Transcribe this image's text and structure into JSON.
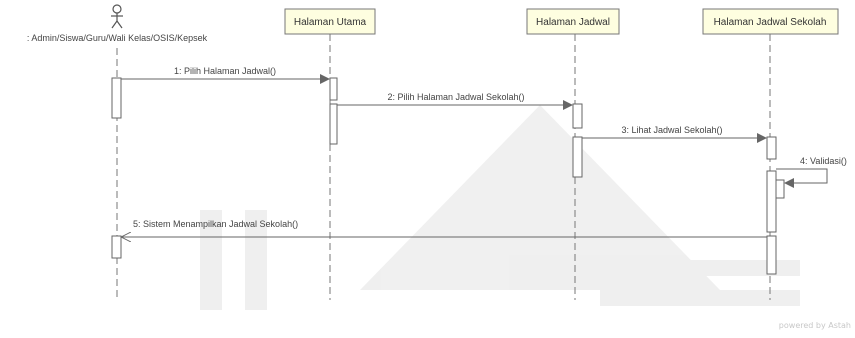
{
  "actor": {
    "label": ": Admin/Siswa/Guru/Wali Kelas/OSIS/Kepsek"
  },
  "lifelines": [
    {
      "label": "Halaman Utama"
    },
    {
      "label": "Halaman Jadwal"
    },
    {
      "label": "Halaman Jadwal Sekolah"
    }
  ],
  "messages": [
    {
      "label": "1: Pilih Halaman Jadwal()",
      "kind": "sync",
      "from": "actor",
      "to": "Halaman Utama"
    },
    {
      "label": "2: Pilih Halaman Jadwal Sekolah()",
      "kind": "sync",
      "from": "Halaman Utama",
      "to": "Halaman Jadwal"
    },
    {
      "label": "3: Lihat Jadwal Sekolah()",
      "kind": "sync",
      "from": "Halaman Jadwal",
      "to": "Halaman Jadwal Sekolah"
    },
    {
      "label": "4: Validasi()",
      "kind": "self",
      "from": "Halaman Jadwal Sekolah",
      "to": "Halaman Jadwal Sekolah"
    },
    {
      "label": "5: Sistem Menampilkan Jadwal Sekolah()",
      "kind": "reply",
      "from": "Halaman Jadwal Sekolah",
      "to": "actor"
    }
  ],
  "footer": {
    "powered_by": "powered by Astah"
  },
  "colors": {
    "lifeline_header_fill": "#fefee0",
    "line": "#555555",
    "activation_fill": "#ffffff"
  }
}
